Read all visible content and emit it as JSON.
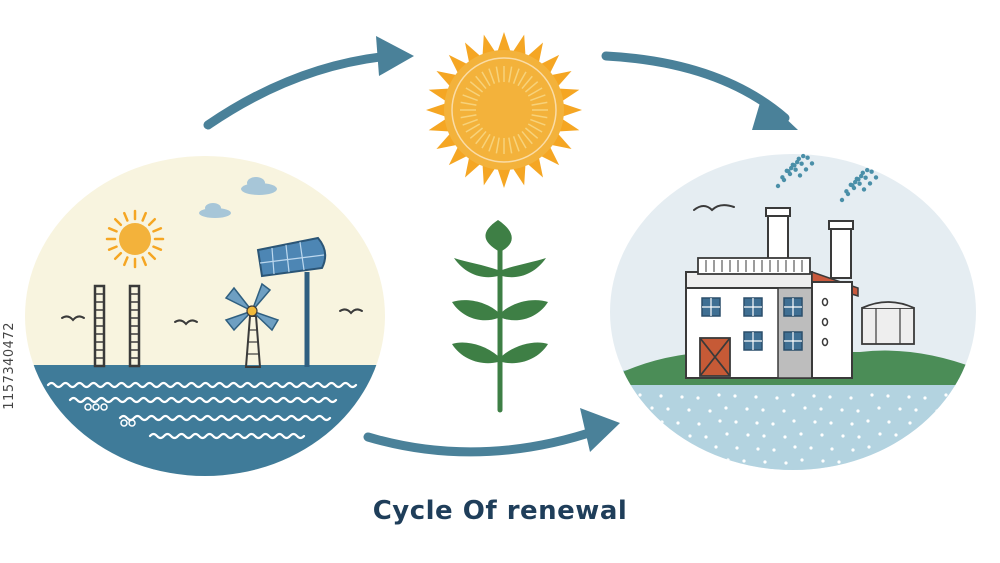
{
  "diagram": {
    "caption": "Cycle Of renewal",
    "stock_id": "1157340472",
    "nodes": [
      {
        "name": "renewable-energy-scene",
        "icons": [
          "sun-icon",
          "cloud-icon",
          "smokestack-icon",
          "wind-turbine-icon",
          "solar-panel-icon",
          "bird-icon",
          "water-waves-icon"
        ]
      },
      {
        "name": "sun",
        "icons": [
          "sun-icon"
        ]
      },
      {
        "name": "plant-sprout",
        "icons": [
          "leaf-icon"
        ]
      },
      {
        "name": "factory-scene",
        "icons": [
          "factory-icon",
          "smokestack-icon",
          "bird-icon",
          "storage-tank-icon",
          "water-icon"
        ]
      }
    ],
    "arrows": [
      {
        "from": "renewable-energy-scene",
        "to": "sun"
      },
      {
        "from": "sun",
        "to": "factory-scene"
      },
      {
        "from": "renewable-energy-scene",
        "to": "factory-scene"
      }
    ]
  },
  "colors": {
    "arrow": "#4a8199",
    "sun": "#f3b23b",
    "sun_ray": "#f5a623",
    "water": "#3f7b99",
    "plant": "#3e7f45",
    "caption": "#1f3e5a",
    "sky_left": "#f8f4df",
    "sky_right": "#e5edf2",
    "factory_water": "#b3d3e0",
    "grass": "#4b8d57",
    "roof": "#c9593d",
    "door": "#c65a36"
  }
}
